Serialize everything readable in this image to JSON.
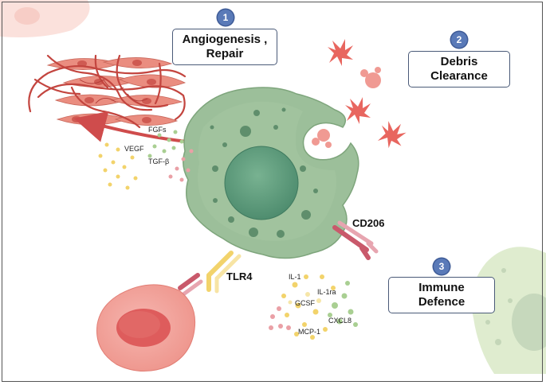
{
  "functions": [
    {
      "number": "1",
      "label": "Angiogenesis ,\nRepair"
    },
    {
      "number": "2",
      "label": "Debris\nClearance"
    },
    {
      "number": "3",
      "label": "Immune\nDefence"
    }
  ],
  "receptors": {
    "tlr4": "TLR4",
    "cd206": "CD206"
  },
  "growth_factors": [
    "FGFs",
    "VEGF",
    "TGF-β"
  ],
  "cytokines": [
    "IL-1",
    "IL-1ra",
    "GCSF",
    "CXCL8",
    "MCP-1"
  ],
  "colors": {
    "macrophage": "#9cbf9a",
    "nucleus": "#5f9c7c",
    "tissue_cells": "#e6887a",
    "receptor": "#c9596b",
    "signal_yellow": "#f2d36b",
    "signal_green": "#a9cf92",
    "signal_pink": "#eaa0a6",
    "label_border": "#4a5a78",
    "badge": "#5a7ab8"
  }
}
